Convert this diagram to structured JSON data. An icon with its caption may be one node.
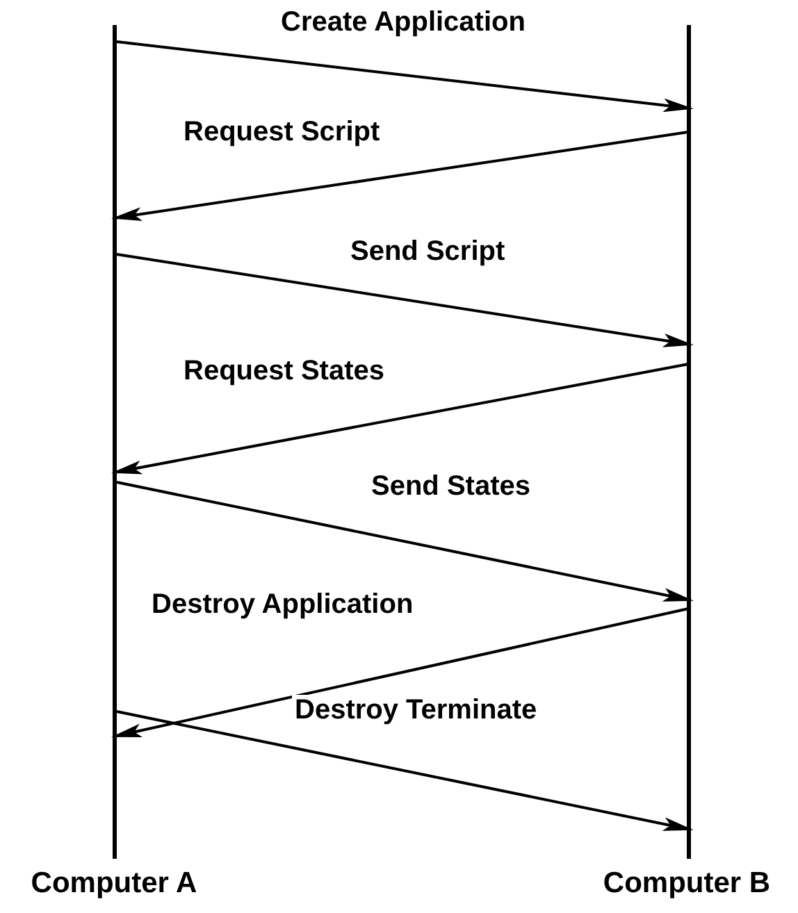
{
  "diagram": {
    "nodes": [
      {
        "text": [
          "Computer A"
        ]
      },
      {
        "text": [
          "Computer B"
        ]
      }
    ],
    "edges": [
      {
        "from": 0,
        "to": 1,
        "arrow": "to",
        "label": "Create Application"
      },
      {
        "from": 1,
        "to": 0,
        "arrow": "to",
        "label": "Request Script"
      },
      {
        "from": 0,
        "to": 1,
        "arrow": "to",
        "label": "Send Script"
      },
      {
        "from": 1,
        "to": 0,
        "arrow": "to",
        "label": "Request States"
      },
      {
        "from": 0,
        "to": 1,
        "arrow": "to",
        "label": "Send States"
      },
      {
        "from": 1,
        "to": 0,
        "arrow": "to",
        "label": "Destroy Application"
      },
      {
        "from": 0,
        "to": 1,
        "arrow": "to",
        "label": "Destroy Terminate"
      }
    ]
  }
}
